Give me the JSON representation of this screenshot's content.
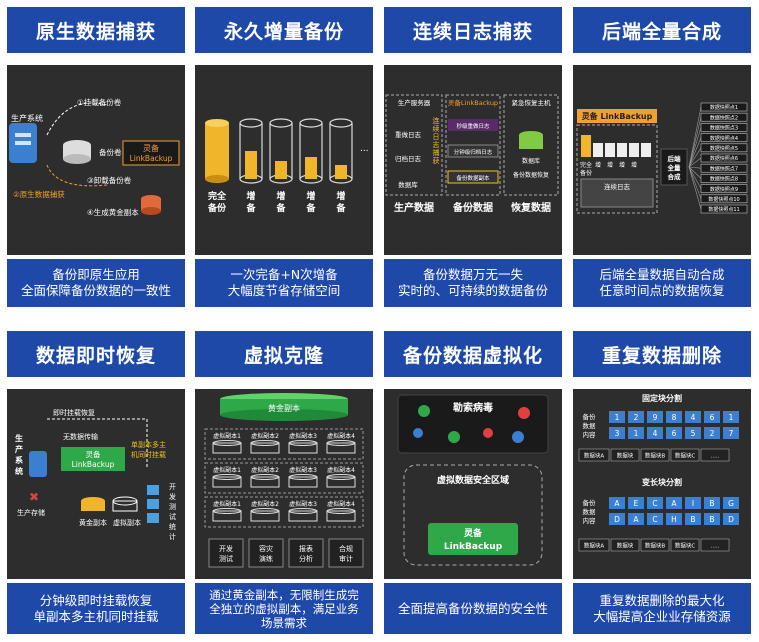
{
  "cards": [
    {
      "title": "原生数据捕获",
      "desc": [
        "备份即原生应用",
        "全面保障备份数据的一致性"
      ]
    },
    {
      "title": "永久增量备份",
      "desc": [
        "一次完备+N次增备",
        "大幅度节省存储空间"
      ]
    },
    {
      "title": "连续日志捕获",
      "desc": [
        "备份数据万无一失",
        "实时的、可持续的数据备份"
      ]
    },
    {
      "title": "后端全量合成",
      "desc": [
        "后端全量数据自动合成",
        "任意时间点的数据恢复"
      ]
    },
    {
      "title": "数据即时恢复",
      "desc": [
        "分钟级即时挂载恢复",
        "单副本多主机同时挂载"
      ]
    },
    {
      "title": "虚拟克隆",
      "desc": [
        "通过黄金副本，无限制生成完",
        "全独立的虚拟副本，满足业务",
        "场景需求"
      ]
    },
    {
      "title": "备份数据虚拟化",
      "desc": [
        "全面提高备份数据的安全性"
      ]
    },
    {
      "title": "重复数据删除",
      "desc": [
        "重复数据删除的最大化",
        "大幅提高企业业存储资源"
      ]
    }
  ],
  "p1": {
    "prod": "生产系统",
    "s1": "①挂载备份卷",
    "s2": "备份卷",
    "s3": "③卸载备份卷",
    "s4": "④生成黄金副本",
    "s5": "②原生数据捕获",
    "brand": "灵备",
    "brand2": "LinkBackup"
  },
  "p2": {
    "full": [
      "完全",
      "备份"
    ],
    "inc": [
      "增",
      "备"
    ],
    "dots": "..."
  },
  "p3": {
    "h1": "生产服务器",
    "h2": "灵备LinkBackup",
    "h3": "紧急恢复主机",
    "log1": "重做日志",
    "log2": "归档日志",
    "db": "数据库",
    "catch": [
      "连",
      "续",
      "日",
      "志",
      "捕",
      "获"
    ],
    "r1": "秒级重做日志",
    "r2": "分钟级归档日志",
    "r3": "备份数据副本",
    "db2": "数据库",
    "r4": "备份数据恢复",
    "f1": "生产数据",
    "f2": "备份数据",
    "f3": "恢复数据"
  },
  "p4": {
    "brand": "灵备 LinkBackup",
    "cols": [
      "完全",
      "备份",
      "增",
      "增",
      "增",
      "增"
    ],
    "logs": "连续日志",
    "mid": [
      "后端",
      "全量",
      "合成"
    ],
    "points": [
      "数据快照点1",
      "数据快照点2",
      "数据快照点3",
      "数据快照点4",
      "数据快照点5",
      "数据快照点6",
      "数据快照点7",
      "数据快照点8",
      "数据快照点9",
      "数据快照点10",
      "数据快照点11"
    ]
  },
  "p5": {
    "t1": "即时挂载恢复",
    "t2": "无数据传输",
    "prod": [
      "生",
      "产",
      "系",
      "统"
    ],
    "brand": "灵备",
    "brand2": "LinkBackup",
    "right": [
      "单副本多主",
      "机同时挂载"
    ],
    "store": "生产存储",
    "gold": "黄金副本",
    "virt": "虚拟副本",
    "test": [
      "开",
      "发",
      "测",
      "试",
      "统",
      "计"
    ]
  },
  "p6": {
    "gold": "黄金副本",
    "vc": [
      "虚拟副本1",
      "虚拟副本2",
      "虚拟副本3",
      "虚拟副本4"
    ],
    "apps": [
      [
        "开发",
        "测试"
      ],
      [
        "容灾",
        "演练"
      ],
      [
        "报表",
        "分析"
      ],
      [
        "合规",
        "审计"
      ]
    ]
  },
  "p7": {
    "virus": "勒索病毒",
    "zone": "虚拟数据安全区域",
    "brand": "灵备",
    "brand2": "LinkBackup"
  },
  "p8": {
    "fixed": "固定块分割",
    "var": "变长块分割",
    "label": [
      "备份",
      "数据",
      "内容"
    ],
    "row1": [
      "1",
      "2",
      "9",
      "8",
      "4",
      "6",
      "1"
    ],
    "row2": [
      "3",
      "1",
      "4",
      "6",
      "5",
      "2",
      "7"
    ],
    "row3": [
      "A",
      "E",
      "C",
      "A",
      "I",
      "B",
      "G"
    ],
    "row4": [
      "D",
      "A",
      "C",
      "H",
      "B",
      "B",
      "D"
    ],
    "blk": [
      "数据块A",
      "数据块",
      "数据块B",
      "数据块C",
      "....."
    ]
  }
}
